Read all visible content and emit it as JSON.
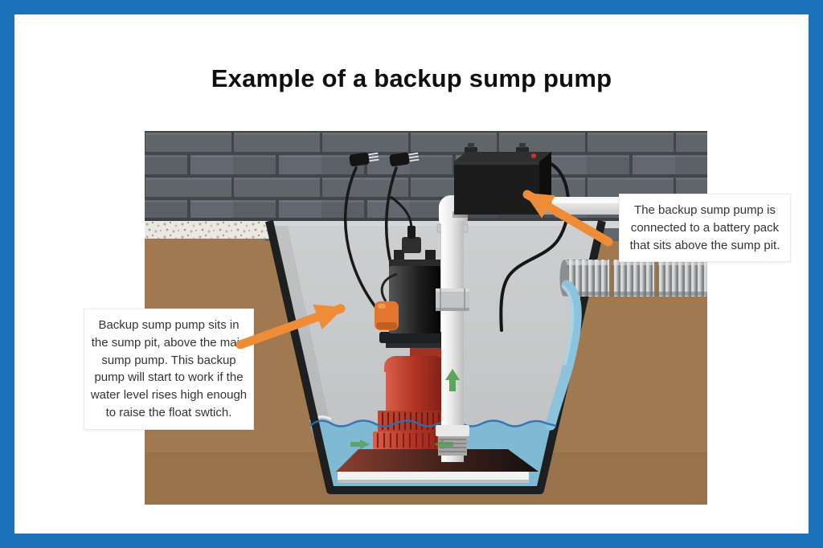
{
  "title": "Example of a backup sump pump",
  "callouts": {
    "left": "Backup sump pump sits in the sump pit, above the main sump pump. This backup pump will start to work if the water level rises high enough to raise the float swtich.",
    "right": "The backup sump pump is connected to a battery pack that sits above the sump pit."
  },
  "colors": {
    "border_blue": "#1b72b8",
    "arrow_orange": "#ee8c38",
    "float_switch_orange": "#e5762d",
    "water_blue": "#7fb9d3",
    "soil_brown": "#a07950",
    "flow_arrow_green": "#4e9e50"
  },
  "illustration": {
    "components": [
      "brick-wall",
      "gravel-footing",
      "basement-floor-slab",
      "sump-pit",
      "water",
      "water-stream",
      "corrugated-drain-pipe",
      "battery-pack",
      "power-plugs",
      "cables",
      "backup-sump-pump",
      "float-switch",
      "main-sump-pump",
      "pump-base",
      "discharge-pipe",
      "check-valve",
      "flow-arrows"
    ]
  }
}
